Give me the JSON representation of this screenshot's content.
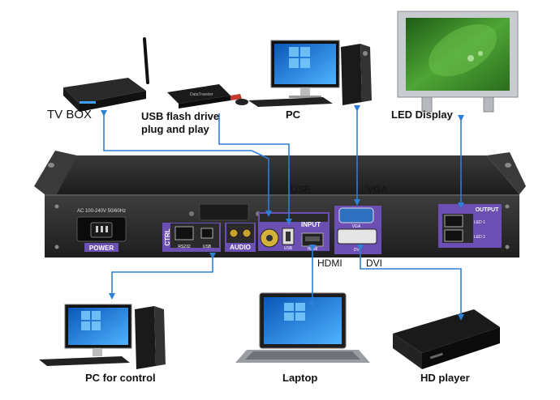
{
  "devices": {
    "tv_box": "TV BOX",
    "usb_flash_line1": "USB flash drive",
    "usb_flash_line2": "plug and play",
    "pc": "PC",
    "led_display": "LED Display",
    "pc_control": "PC for control",
    "laptop": "Laptop",
    "hd_player": "HD player"
  },
  "ports": {
    "usb": "USB",
    "vga": "VGA",
    "hdmi": "HDMI",
    "dvi": "DVI"
  },
  "panel": {
    "power": "POWER",
    "ac_rating": "AC 100-240V 50/60Hz",
    "ctrl": "CTRL",
    "rs232": "RS232",
    "usb_small": "USB",
    "audio": "AUDIO",
    "input": "INPUT",
    "usb_in": "USB",
    "vga_in": "VGA",
    "hdmi_in": "HDMI",
    "dvi_in": "DVI",
    "output": "OUTPUT",
    "led1": "LED 1",
    "led2": "LED 2",
    "flash_brand": "DataTraveler"
  },
  "colors": {
    "link_line": "#2e7fd6",
    "chassis": "#262626",
    "panel_label": "#6b4fb3"
  }
}
